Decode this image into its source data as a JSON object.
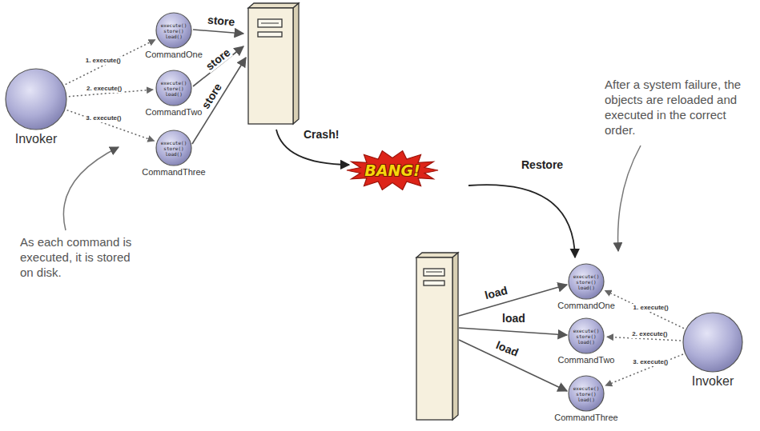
{
  "diagram": {
    "nodes": [
      {
        "text": [
          "Invoker"
        ]
      },
      {
        "text": [
          "execute() store() load()",
          "CommandOne"
        ]
      },
      {
        "text": [
          "execute() store() load()",
          "CommandTwo"
        ]
      },
      {
        "text": [
          "execute() store() load()",
          "CommandThree"
        ]
      },
      {
        "text": [
          "BANG!"
        ]
      },
      {
        "text": [
          "execute() store() load()",
          "CommandOne"
        ]
      },
      {
        "text": [
          "execute() store() load()",
          "CommandTwo"
        ]
      },
      {
        "text": [
          "execute() store() load()",
          "CommandThree"
        ]
      },
      {
        "text": [
          "Invoker"
        ]
      }
    ],
    "edges": [
      {
        "from": 0,
        "to": 1,
        "label": "1. execute()",
        "arrow": "to"
      },
      {
        "from": 0,
        "to": 2,
        "label": "2. execute()",
        "arrow": "to"
      },
      {
        "from": 0,
        "to": 3,
        "label": "3. execute()",
        "arrow": "to"
      },
      {
        "from": 8,
        "to": 5,
        "label": "1. execute()",
        "arrow": "to"
      },
      {
        "from": 8,
        "to": 6,
        "label": "2. execute()",
        "arrow": "to"
      },
      {
        "from": 8,
        "to": 7,
        "label": "3. execute()",
        "arrow": "to"
      }
    ],
    "labels": [
      "store",
      "store",
      "store",
      "Crash!",
      "Restore",
      "load",
      "load",
      "load",
      "As each command is executed, it is stored on disk.",
      "After a system failure, the objects are reloaded and executed in the correct order."
    ]
  }
}
